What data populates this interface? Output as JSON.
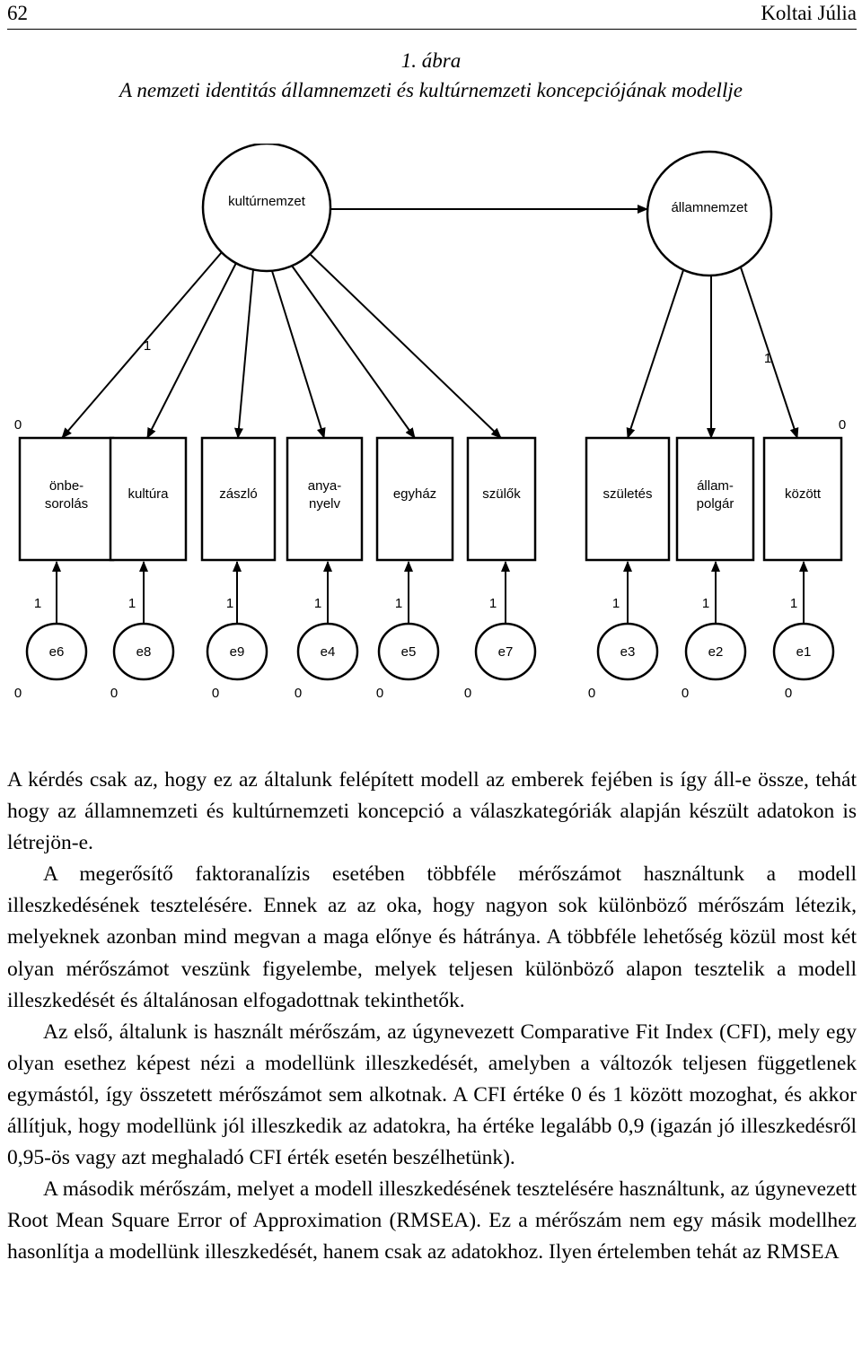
{
  "header": {
    "page_number": "62",
    "author": "Koltai Júlia"
  },
  "figure": {
    "number": "1. ábra",
    "title": "A nemzeti identitás államnemzeti és kultúrnemzeti koncepciójának modellje",
    "latent": [
      {
        "label": "kultúrnemzet",
        "loading_label": "1",
        "variance_label": "0"
      },
      {
        "label": "államnemzet",
        "loading_label": "1",
        "variance_label": "0"
      }
    ],
    "indicators": [
      {
        "label_lines": [
          "önbe-",
          "sorolás"
        ],
        "error": "e6",
        "path": "1",
        "error_mean": "0"
      },
      {
        "label_lines": [
          "kultúra"
        ],
        "error": "e8",
        "path": "1",
        "error_mean": "0"
      },
      {
        "label_lines": [
          "zászló"
        ],
        "error": "e9",
        "path": "1",
        "error_mean": "0"
      },
      {
        "label_lines": [
          "anya-",
          "nyelv"
        ],
        "error": "e4",
        "path": "1",
        "error_mean": "0"
      },
      {
        "label_lines": [
          "egyház"
        ],
        "error": "e5",
        "path": "1",
        "error_mean": "0"
      },
      {
        "label_lines": [
          "szülők"
        ],
        "error": "e7",
        "path": "1",
        "error_mean": "0"
      },
      {
        "label_lines": [
          "születés"
        ],
        "error": "e3",
        "path": "1",
        "error_mean": "0"
      },
      {
        "label_lines": [
          "állam-",
          "polgár"
        ],
        "error": "e2",
        "path": "1",
        "error_mean": "0"
      },
      {
        "label_lines": [
          "között"
        ],
        "error": "e1",
        "path": "1",
        "error_mean": "0"
      }
    ]
  },
  "paragraphs": [
    "A kérdés csak az, hogy ez az általunk felépített modell az emberek fejében is így áll-e össze, tehát hogy az államnemzeti és kultúrnemzeti koncepció a válaszkategóriák alapján készült adatokon is létrejön-e.",
    "A megerősítő faktoranalízis esetében többféle mérőszámot használtunk a modell illeszkedésének tesztelésére. Ennek az az oka, hogy nagyon sok különböző mérőszám létezik, melyeknek azonban mind megvan a maga előnye és hátránya. A többféle lehetőség közül most két olyan mérőszámot veszünk figyelembe, melyek teljesen különböző alapon tesztelik a modell illeszkedését és általánosan elfogadottnak tekinthetők.",
    "Az első, általunk is használt mérőszám, az úgynevezett Comparative Fit Index (CFI), mely egy olyan esethez képest nézi a modellünk illeszkedését, amelyben a változók teljesen függetlenek egymástól, így összetett mérőszámot sem alkotnak. A CFI értéke 0 és 1 között mozoghat, és akkor állítjuk, hogy modellünk jól illeszkedik az adatokra, ha értéke legalább 0,9 (igazán jó illeszkedésről 0,95-ös vagy azt meghaladó CFI érték esetén beszélhetünk).",
    "A második mérőszám, melyet a modell illeszkedésének tesztelésére használtunk, az úgynevezett Root Mean Square Error of Approximation (RMSEA). Ez a mérőszám nem egy másik modellhez hasonlítja a modellünk illeszkedését, hanem csak az adatokhoz. Ilyen értelemben tehát az RMSEA"
  ]
}
